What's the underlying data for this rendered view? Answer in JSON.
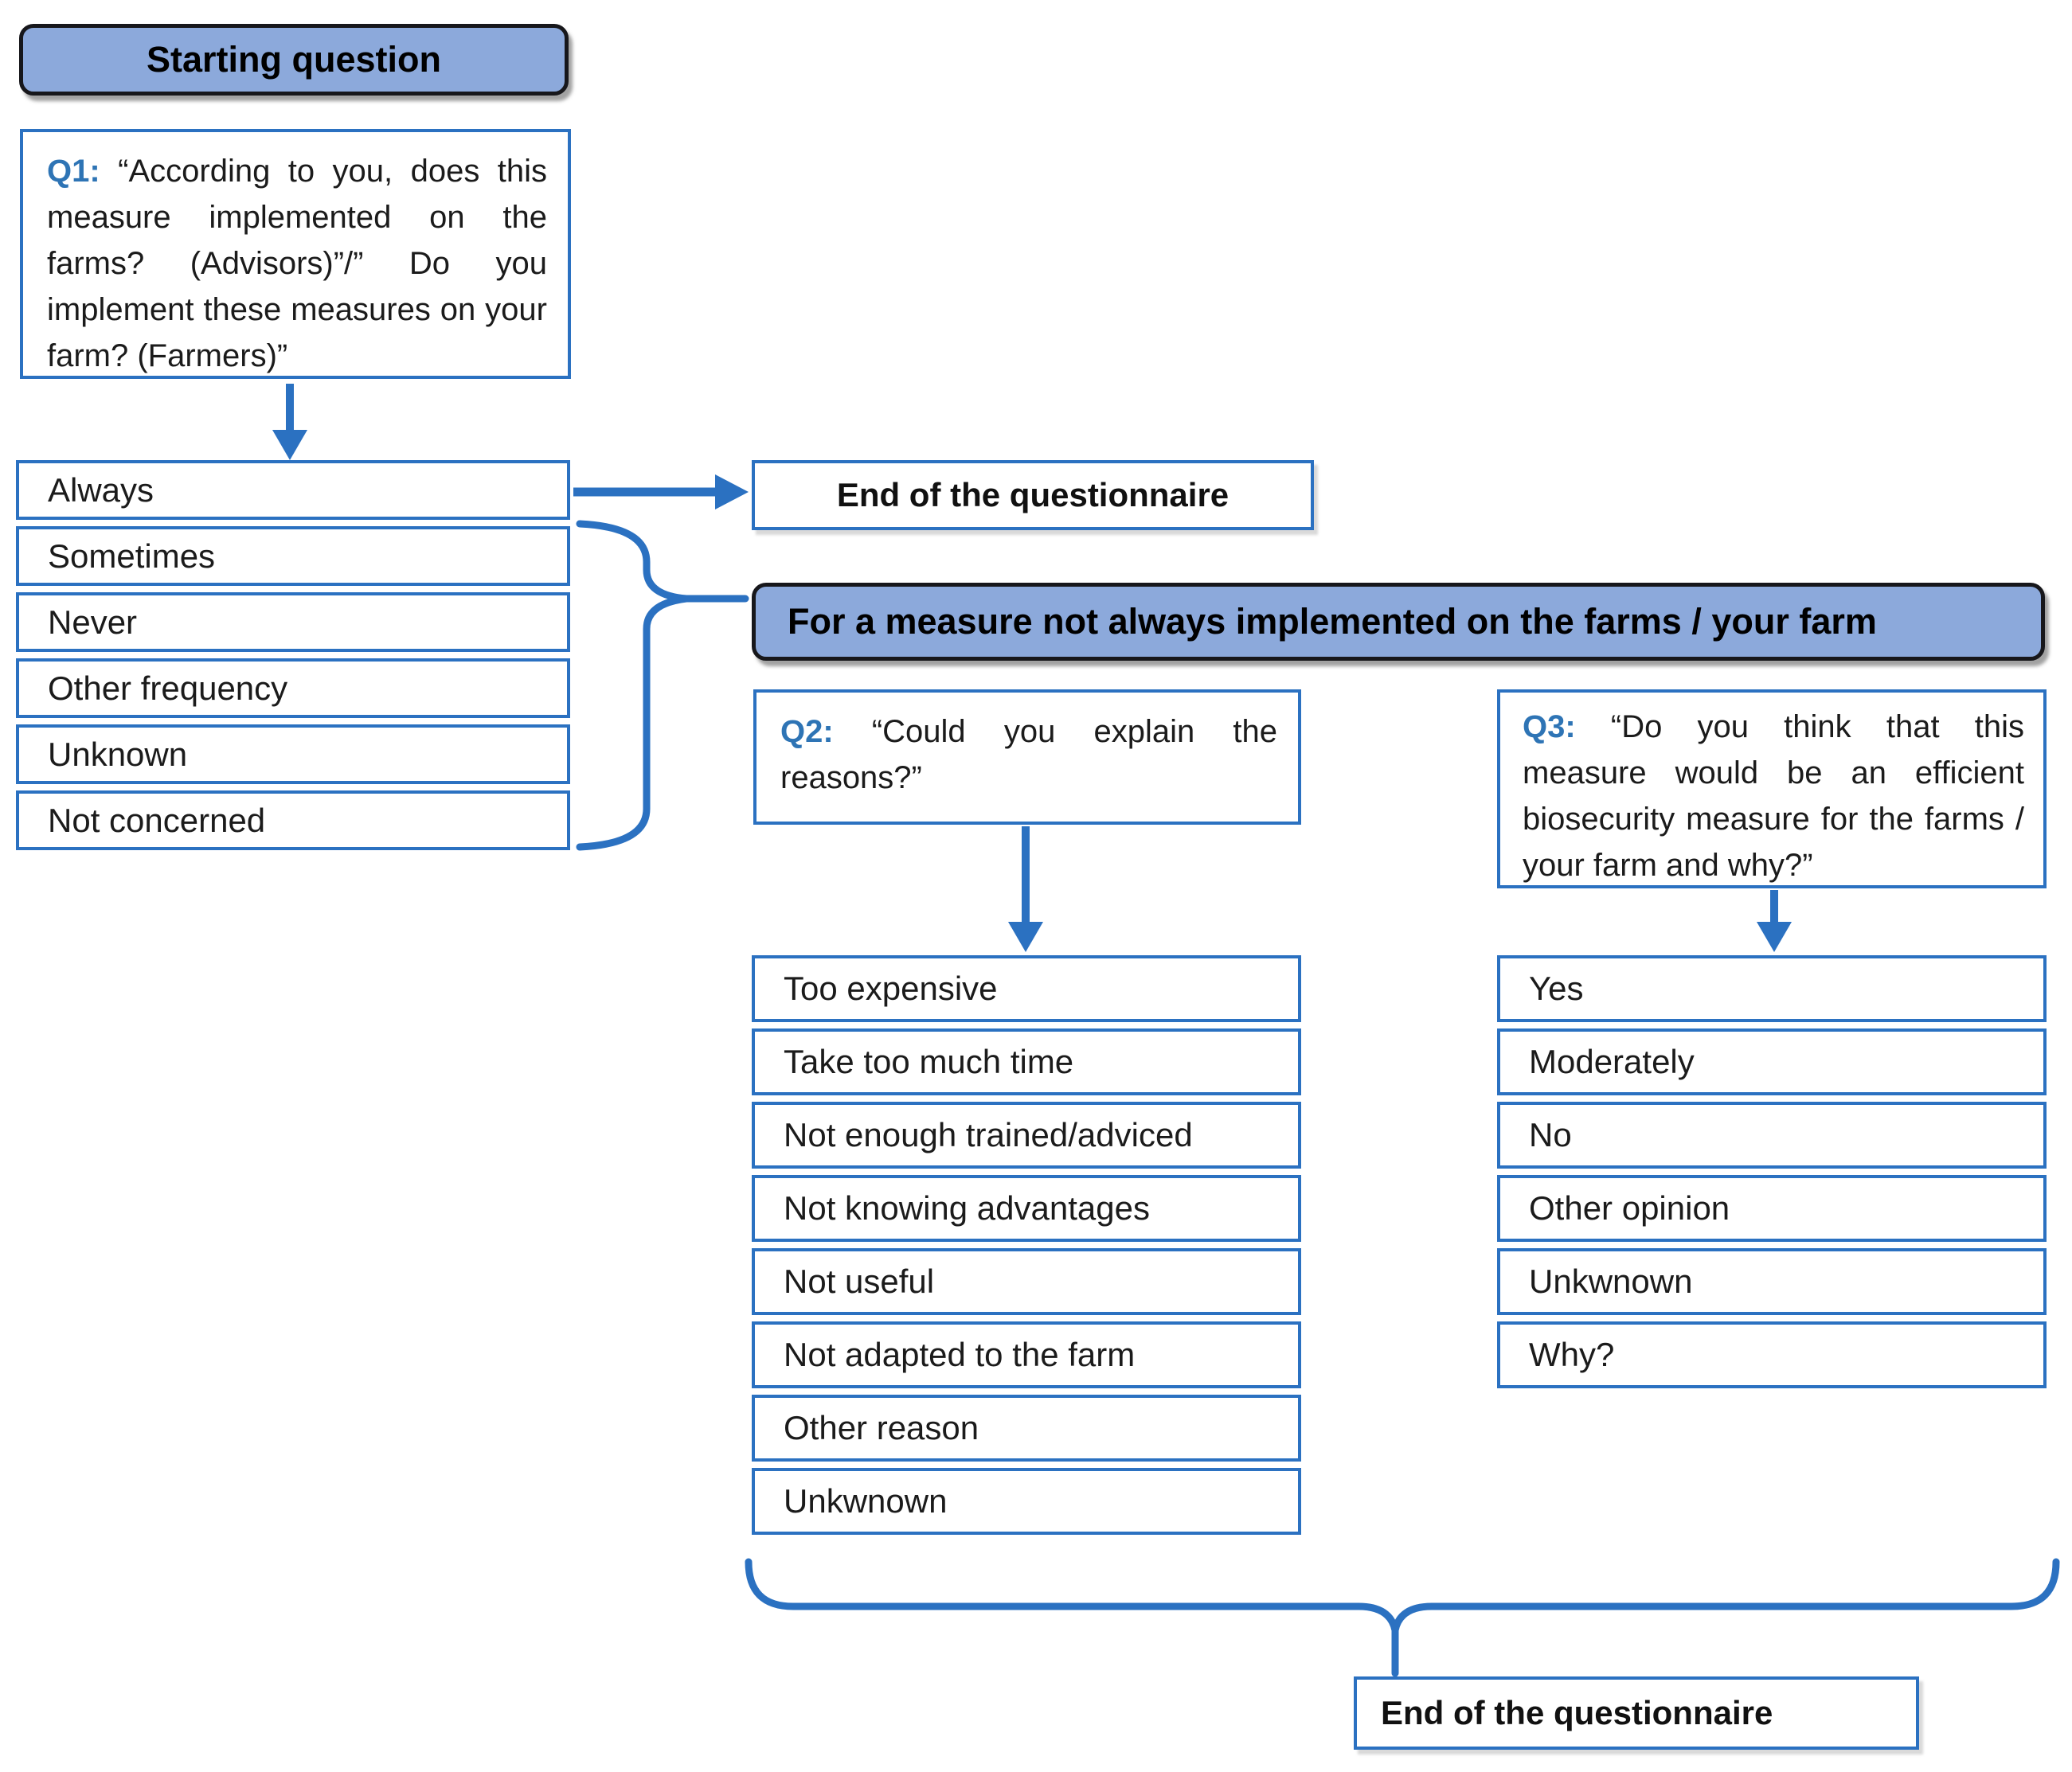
{
  "palette": {
    "header_fill_blue": "#8CA9DB",
    "line_blue": "#2B71C1",
    "q_label_blue": "#2E74B5",
    "header_border_dark": "#17171b",
    "text_black": "#1b1b1b"
  },
  "flow": {
    "start_header": "Starting question",
    "q1": {
      "label": "Q1:",
      "text": "“According to you, does this measure implemented on the farms? (Advisors)”/” Do you implement these measures on your farm? (Farmers)”"
    },
    "q1_answers": [
      "Always",
      "Sometimes",
      "Never",
      "Other frequency",
      "Unknown",
      "Not concerned"
    ],
    "end_top": "End of the questionnaire",
    "branch_header": "For a measure not always implemented on the farms / your farm",
    "q2": {
      "label": "Q2:",
      "text": "“Could you explain the reasons?”"
    },
    "q2_answers": [
      "Too expensive",
      "Take too much time",
      "Not enough trained/adviced",
      "Not knowing advantages",
      "Not useful",
      "Not adapted to the farm",
      "Other reason",
      "Unkwnown"
    ],
    "q3": {
      "label": "Q3:",
      "text": "“Do you think that this measure would be an efficient biosecurity measure for the farms / your farm and why?”"
    },
    "q3_answers": [
      "Yes",
      "Moderately",
      "No",
      "Other opinion",
      "Unkwnown",
      "Why?"
    ],
    "end_bottom": "End of the questionnaire"
  }
}
